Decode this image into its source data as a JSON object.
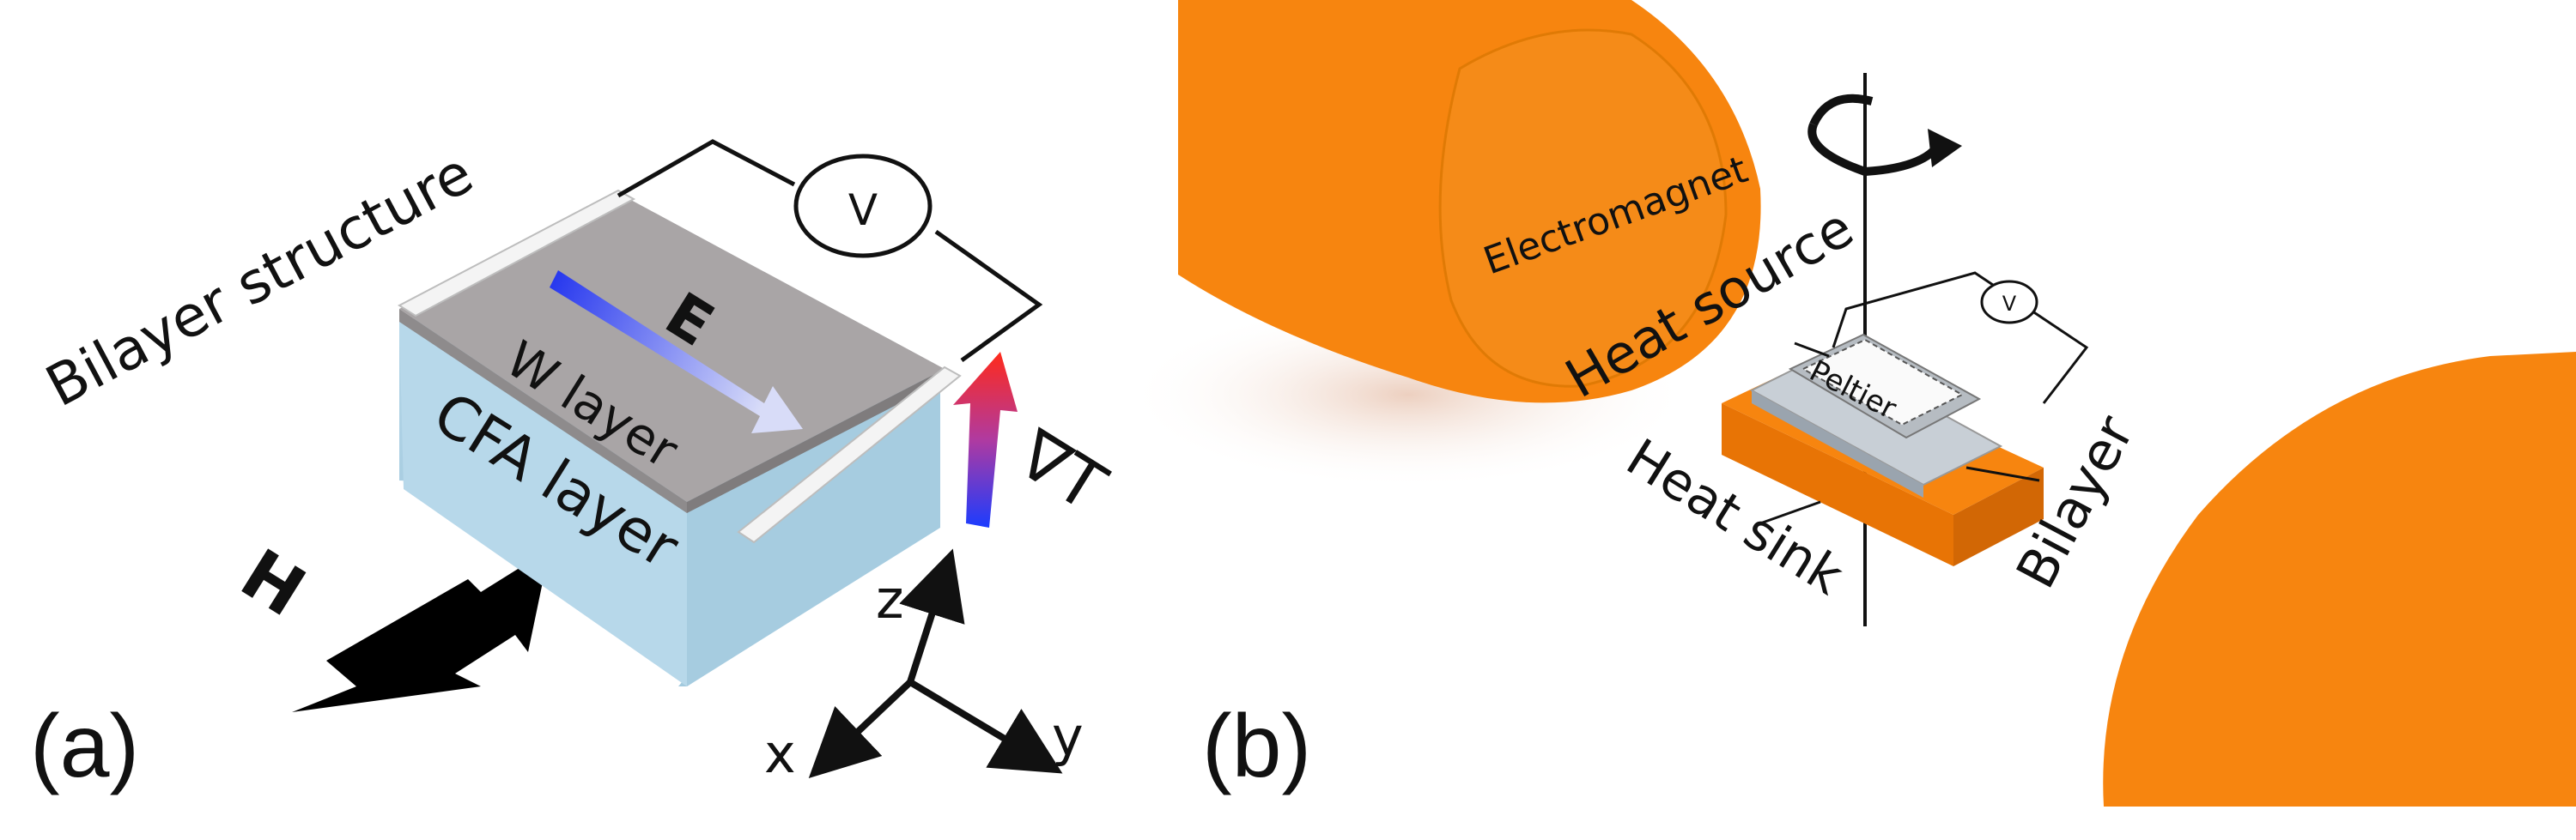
{
  "panel_a": {
    "label": "(a)",
    "title": "Bilayer structure",
    "top_layer": "W layer",
    "bottom_layer": "CFA layer",
    "field_E": "E",
    "field_H": "H",
    "gradient": "∇T",
    "voltmeter": "V",
    "axes": {
      "x": "x",
      "y": "y",
      "z": "z"
    },
    "colors": {
      "w_layer": "#a9a5a6",
      "cfa_layer": "#a9cde0",
      "heat_hot": "#ff2a1a",
      "heat_cold": "#1b3cff"
    }
  },
  "panel_b": {
    "label": "(b)",
    "electromagnet": "Electromagnet",
    "heat_source": "Heat source",
    "peltier": "Peltier",
    "heat_sink": "Heat sink",
    "bilayer": "Bilayer",
    "voltmeter": "V",
    "colors": {
      "magnet": "#f7850f",
      "magnet_face": "#f58812"
    }
  }
}
